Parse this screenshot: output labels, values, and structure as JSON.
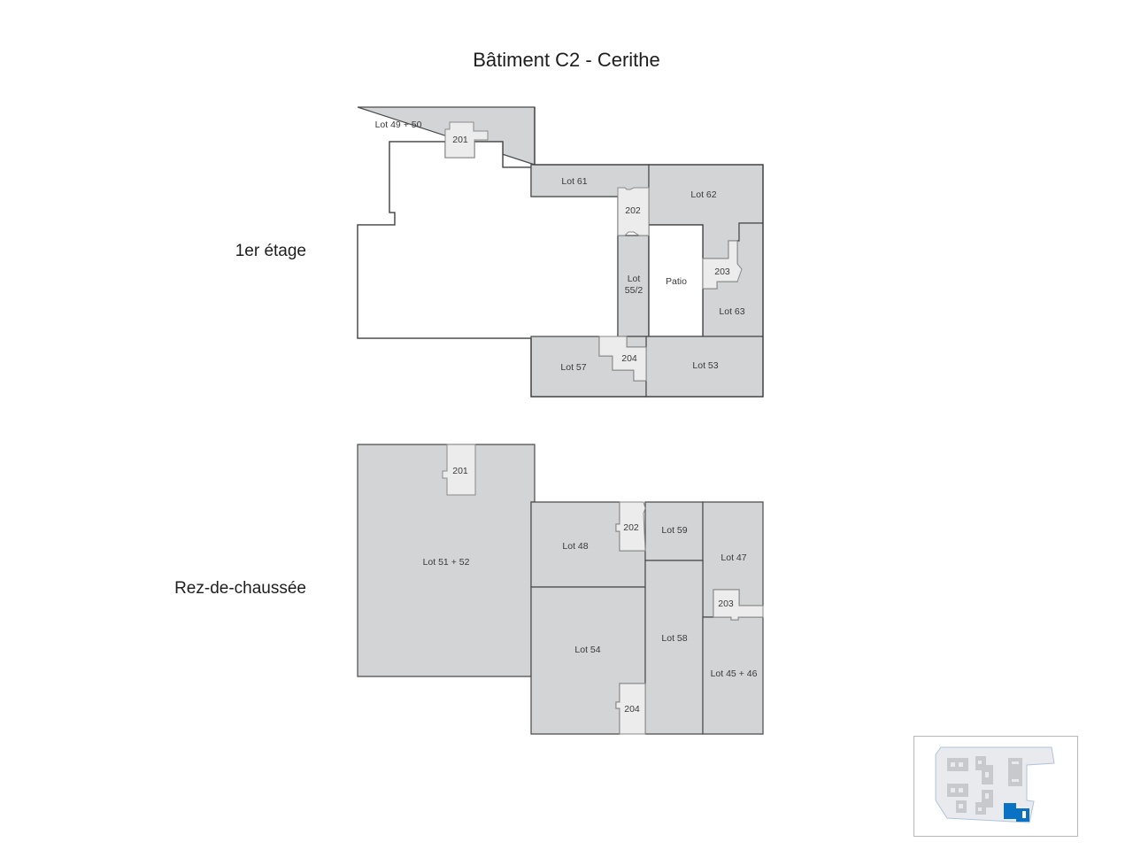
{
  "title": "Bâtiment C2 - Cerithe",
  "floors": [
    {
      "id": "1er-etage",
      "label": "1er étage",
      "lots": [
        {
          "label": "Lot 49 + 50"
        },
        {
          "label": "Lot 61"
        },
        {
          "label": "Lot 62"
        },
        {
          "label": "Lot 63"
        },
        {
          "label": "Lot",
          "label2": "55/2"
        },
        {
          "label": "Patio"
        },
        {
          "label": "Lot 57"
        },
        {
          "label": "Lot 53"
        }
      ],
      "cores": [
        {
          "label": "201"
        },
        {
          "label": "202"
        },
        {
          "label": "203"
        },
        {
          "label": "204"
        }
      ]
    },
    {
      "id": "rez-de-chaussee",
      "label": "Rez-de-chaussée",
      "lots": [
        {
          "label": "Lot 51 + 52"
        },
        {
          "label": "Lot 48"
        },
        {
          "label": "Lot 59"
        },
        {
          "label": "Lot 47"
        },
        {
          "label": "Lot 54"
        },
        {
          "label": "Lot 58"
        },
        {
          "label": "Lot 45 + 46"
        }
      ],
      "cores": [
        {
          "label": "201"
        },
        {
          "label": "202"
        },
        {
          "label": "203"
        },
        {
          "label": "204"
        }
      ]
    }
  ],
  "minimap": {
    "highlight_color": "#0a72c4",
    "site_color": "#e8eaee",
    "building_color": "#c8c9cc"
  }
}
